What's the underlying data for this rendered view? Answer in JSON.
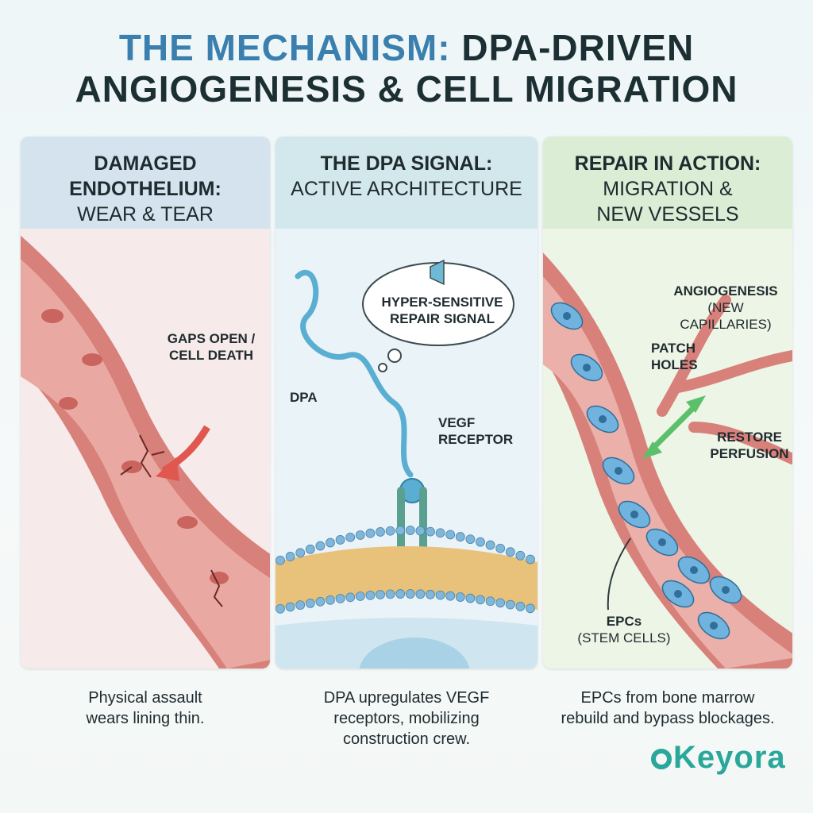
{
  "title": {
    "line1_accent": "THE MECHANISM:",
    "line1_rest": "DPA-DRIVEN",
    "line2": "ANGIOGENESIS & CELL MIGRATION"
  },
  "panels": [
    {
      "heading_bold_1": "DAMAGED",
      "heading_bold_2": "ENDOTHELIUM:",
      "heading_regular": "WEAR & TEAR",
      "labels": {
        "gaps_1": "GAPS OPEN /",
        "gaps_2": "CELL DEATH"
      },
      "caption_1": "Physical assault",
      "caption_2": "wears lining thin."
    },
    {
      "heading_bold": "THE DPA SIGNAL:",
      "heading_regular": "ACTIVE ARCHITECTURE",
      "labels": {
        "signal_1": "HYPER-SENSITIVE",
        "signal_2": "REPAIR SIGNAL",
        "dpa": "DPA",
        "vegf_1": "VEGF",
        "vegf_2": "RECEPTOR"
      },
      "caption_1": "DPA upregulates VEGF",
      "caption_2": "receptors, mobilizing",
      "caption_3": "construction crew."
    },
    {
      "heading_bold": "REPAIR IN ACTION:",
      "heading_regular_1": "MIGRATION &",
      "heading_regular_2": "NEW VESSELS",
      "labels": {
        "angio_1": "ANGIOGENESIS",
        "angio_2": "(NEW CAPILLARIES)",
        "patch_1": "PATCH",
        "patch_2": "HOLES",
        "restore_1": "RESTORE",
        "restore_2": "PERFUSION",
        "epc_1": "EPCs",
        "epc_2": "(STEM CELLS)"
      },
      "caption_1": "EPCs from bone marrow",
      "caption_2": "rebuild and bypass blockages."
    }
  ],
  "logo": {
    "text": "eyora",
    "letter": "K"
  },
  "colors": {
    "accent_title": "#3b7fae",
    "vessel": "#d8807a",
    "vessel_dark": "#b9574f",
    "cell_blue": "#5aa7d6",
    "arrow_red": "#e0574f",
    "arrow_green": "#5cc06a",
    "logo": "#2aa79b"
  }
}
